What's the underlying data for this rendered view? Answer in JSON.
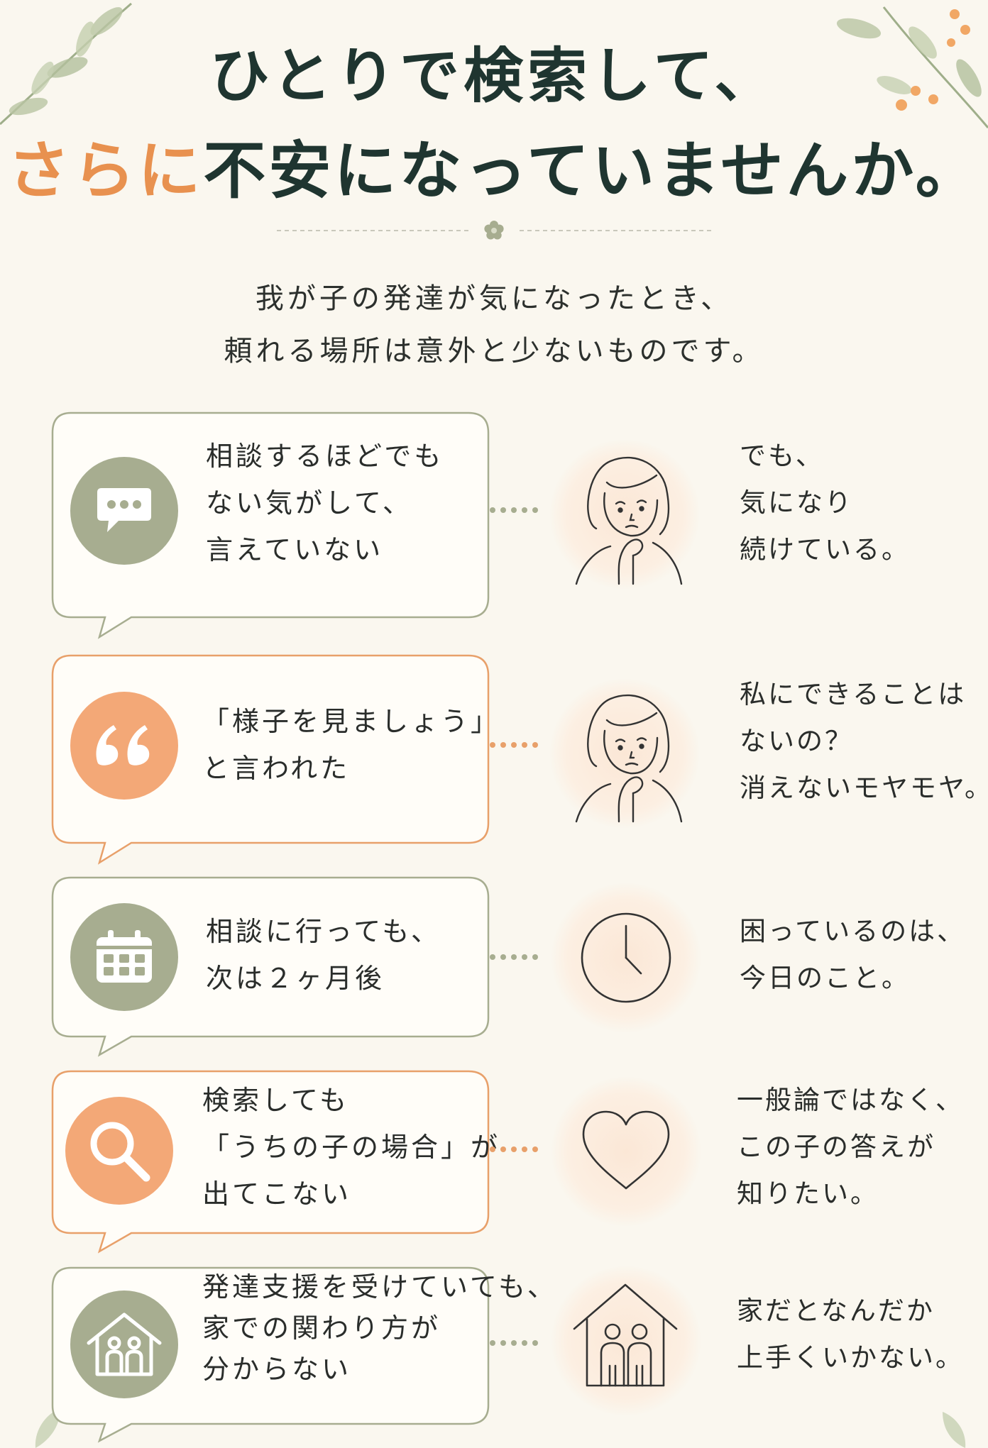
{
  "heading": {
    "line1": "ひとりで検索して、",
    "line2_accent": "さらに",
    "line2_rest": "不安になっていませんか。"
  },
  "lead": {
    "line1": "我が子の発達が気になったとき、",
    "line2": "頼れる場所は意外と少ないものです。"
  },
  "colors": {
    "green": "#a7ad90",
    "orange": "#f3a877",
    "title": "#1f3530",
    "accent": "#e8914f"
  },
  "rows": [
    {
      "icon": "speech-bubble-icon",
      "color": "green",
      "left_lines": [
        "相談するほどでも",
        "ない気がして、",
        "言えていない"
      ],
      "figure": "worried-woman-icon",
      "right_lines": [
        "でも、",
        "気になり",
        "続けている。"
      ]
    },
    {
      "icon": "quote-icon",
      "color": "orange",
      "left_lines": [
        "「様子を見ましょう」",
        "と言われた"
      ],
      "figure": "worried-woman-icon",
      "right_lines": [
        "私にできることは",
        "ないの？",
        "消えないモヤモヤ。"
      ]
    },
    {
      "icon": "calendar-icon",
      "color": "green",
      "left_lines": [
        "相談に行っても、",
        "次は２ヶ月後"
      ],
      "figure": "clock-icon",
      "right_lines": [
        "困っているのは、",
        "今日のこと。"
      ]
    },
    {
      "icon": "search-icon",
      "color": "orange",
      "left_lines": [
        "検索しても",
        "「うちの子の場合」が",
        "出てこない"
      ],
      "figure": "heart-icon",
      "right_lines": [
        "一般論ではなく、",
        "この子の答えが",
        "知りたい。"
      ]
    },
    {
      "icon": "family-house-icon",
      "color": "green",
      "left_lines": [
        "発達支援を受けていても、",
        "家での関わり方が",
        "分からない"
      ],
      "figure": "home-family-icon",
      "right_lines": [
        "家だとなんだか",
        "上手くいかない。"
      ]
    }
  ]
}
